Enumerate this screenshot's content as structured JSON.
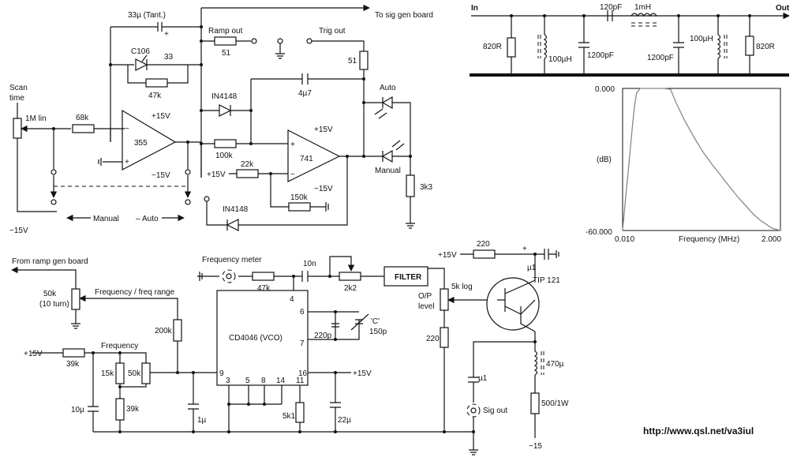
{
  "ramp_board": {
    "cap_33u": "33µ (Tant.)",
    "plus": "+",
    "ramp_out": "Ramp out",
    "r51a": "51",
    "to_sig_gen": "To sig gen board",
    "trig_out": "Trig out",
    "r51b": "51",
    "c106": "C106",
    "r33": "33",
    "r47k": "47k",
    "scan_time": "Scan\ntime",
    "pot_1m": "1M lin",
    "r68k": "68k",
    "opamp_355": "355",
    "pos15a": "+15V",
    "neg15a": "−15V",
    "in4148a": "IN4148",
    "c4u7": "4µ7",
    "auto": "Auto",
    "r100k": "100k",
    "pos15b": "+15V",
    "opamp_741": "741",
    "neg15b": "−15V",
    "pos15c": "+15V",
    "r22k": "22k",
    "manual": "Manual",
    "r150k": "150k",
    "r3k3": "3k3",
    "in4148b": "IN4148",
    "neg15c": "−15V",
    "manual_label": "Manual",
    "auto_label": "Auto"
  },
  "filter": {
    "in_label": "In",
    "out_label": "Out",
    "c120p": "120pF",
    "l1mh": "1mH",
    "r820a": "820R",
    "l100u_a": "100µH",
    "c1200a": "1200pF",
    "c1200b": "1200pF",
    "l100u_b": "100µH",
    "r820b": "820R"
  },
  "response_plot": {
    "y_top": "0.000",
    "y_bottom": "-60.000",
    "ylabel": "(dB)",
    "x_left": "0.010",
    "x_right": "2.000",
    "xlabel": "Frequency (MHz)"
  },
  "sig_gen_board": {
    "from_ramp": "From ramp gen board",
    "pot_50k": "50k\n(10 turn)",
    "freq_range": "Frequency / freq range",
    "freq_meter": "Frequency meter",
    "r47k": "47k",
    "c10n": "10n",
    "r2k2": "2k2",
    "filter_box": "FILTER",
    "pos15a": "+15V",
    "r220a": "220",
    "c_u1a": "µ1",
    "plus": "+",
    "tip121": "TIP 121",
    "r200k": "200k",
    "vco": "CD4046 (VCO)",
    "pin4": "4",
    "pin6": "6",
    "pin7": "7",
    "pin9": "9",
    "pin16": "16",
    "pin3": "3",
    "pin5": "5",
    "pin8": "8",
    "pin14": "14",
    "pin11": "11",
    "c220p": "220p",
    "cC": "'C'",
    "c150p": "150p",
    "op_level": "O/P\nlevel",
    "pot5k": "5k log",
    "r220b": "220",
    "pos15b": "+15V",
    "r39k_a": "39k",
    "frequency": "Frequency",
    "r15k": "15k",
    "pot50k_b": "50k",
    "r39k_b": "39k",
    "c10u": "10µ",
    "c1u": "1µ",
    "r5k1": "5k1",
    "c22u": "22µ",
    "pos15c": "+15V",
    "c_u1b": "µ1",
    "sig_out": "Sig out",
    "l470u": "470µ",
    "r500": "500/1W",
    "neg15": "−15"
  },
  "url": "http://www.qsl.net/va3iul",
  "chart_data": {
    "type": "line",
    "title": "",
    "xlabel": "Frequency (MHz)",
    "ylabel": "(dB)",
    "xlim": [
      0.01,
      2.0
    ],
    "ylim": [
      -60,
      0
    ],
    "x_scale": "log",
    "series": [
      {
        "x": [
          0.01,
          0.011,
          0.012,
          0.013,
          0.014,
          0.015,
          0.016,
          0.018,
          0.02,
          0.022,
          0.025,
          0.03,
          0.035,
          0.04,
          0.05,
          0.06,
          0.07,
          0.08,
          0.1,
          0.12,
          0.15,
          0.2,
          0.25,
          0.3,
          0.4,
          0.5,
          0.6,
          0.8,
          1.0,
          1.5,
          2.0
        ],
        "y": [
          -60,
          -47,
          -36,
          -25,
          -15,
          -7,
          -2,
          0,
          0,
          0,
          0,
          0,
          0,
          0,
          -0.4,
          -6,
          -10,
          -13.5,
          -18.5,
          -22.5,
          -27,
          -32,
          -35.5,
          -38.5,
          -43,
          -46.5,
          -49,
          -53,
          -55.5,
          -59,
          -60
        ]
      }
    ]
  }
}
